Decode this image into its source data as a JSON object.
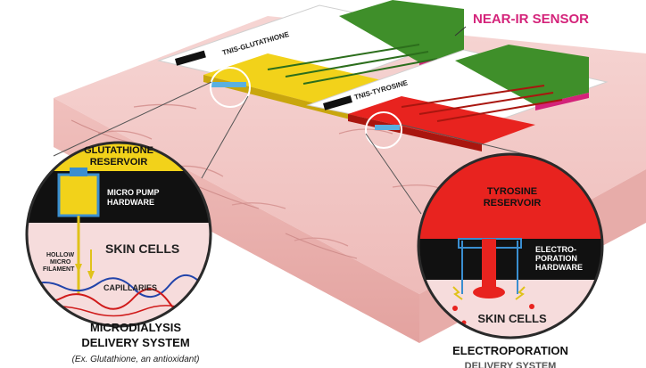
{
  "labels": {
    "near_ir_sensor": "NEAR-IR SENSOR",
    "patch_left_text": "TNIS-GLUTATHIONE",
    "patch_right_text": "TNIS-TYROSINE",
    "glutathione_reservoir_1": "GLUTATHIONE",
    "glutathione_reservoir_2": "RESERVOIR",
    "micro_pump_1": "MICRO PUMP",
    "micro_pump_2": "HARDWARE",
    "skin_cells_left": "SKIN CELLS",
    "hollow_1": "HOLLOW",
    "hollow_2": "MICRO",
    "hollow_3": "FILAMENT",
    "capillaries": "CAPILLARIES",
    "microdialysis_1": "MICRODIALYSIS",
    "microdialysis_2": "DELIVERY SYSTEM",
    "microdialysis_example": "(Ex. Glutathione, an antioxidant)",
    "tyrosine_reservoir_1": "TYROSINE",
    "tyrosine_reservoir_2": "RESERVOIR",
    "electro_1": "ELECTRO-",
    "electro_2": "PORATION",
    "electro_3": "HARDWARE",
    "skin_cells_right": "SKIN CELLS",
    "electroporation_1": "ELECTROPORATION",
    "electroporation_2": "DELIVERY SYSTEM"
  },
  "colors": {
    "skin": "#f2c6c4",
    "skin_dark": "#e8a8a6",
    "yellow_patch": "#f2d21a",
    "red_patch": "#e8231f",
    "sensor_green": "#3f8f2a",
    "accent_magenta": "#d4237a",
    "black_layer": "#111111"
  }
}
